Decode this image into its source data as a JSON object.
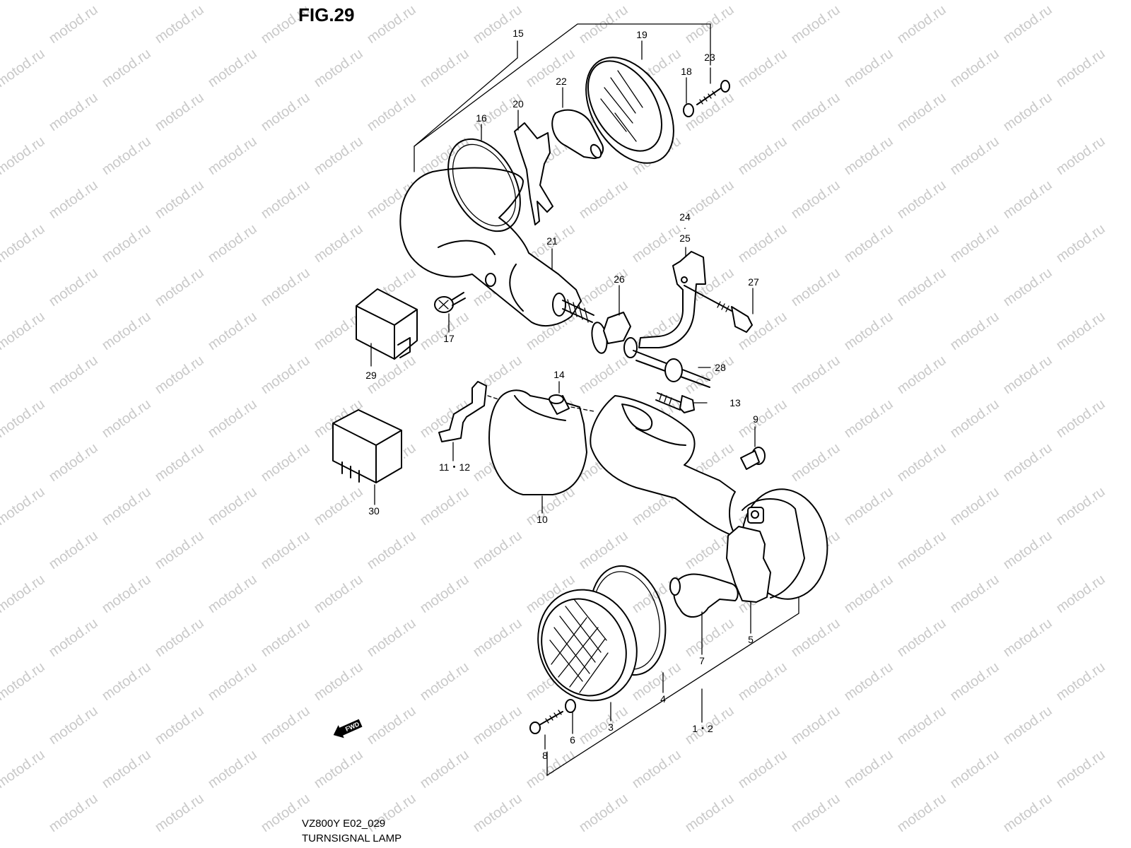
{
  "figure": {
    "title": "FIG.29"
  },
  "footer": {
    "model_code": "VZ800Y E02_029",
    "caption": "TURNSIGNAL LAMP"
  },
  "watermark": {
    "text": "motod.ru",
    "color": "#c9c9c9"
  },
  "direction_arrow": {
    "text": "FWD",
    "icon": "forward-arrow-icon"
  },
  "callouts": {
    "c15": "15",
    "c19": "19",
    "c23": "23",
    "c18": "18",
    "c22": "22",
    "c20": "20",
    "c16": "16",
    "c21": "21",
    "c24": "24",
    "c24_dot": "·",
    "c25": "25",
    "c26": "26",
    "c27": "27",
    "c17": "17",
    "c29": "29",
    "c28": "28",
    "c14": "14",
    "c13": "13",
    "c9": "9",
    "c11_12": "11・12",
    "c30": "30",
    "c10": "10",
    "c5": "5",
    "c7": "7",
    "c4": "4",
    "c3": "3",
    "c1_2": "1・2",
    "c6": "6",
    "c8": "8"
  }
}
